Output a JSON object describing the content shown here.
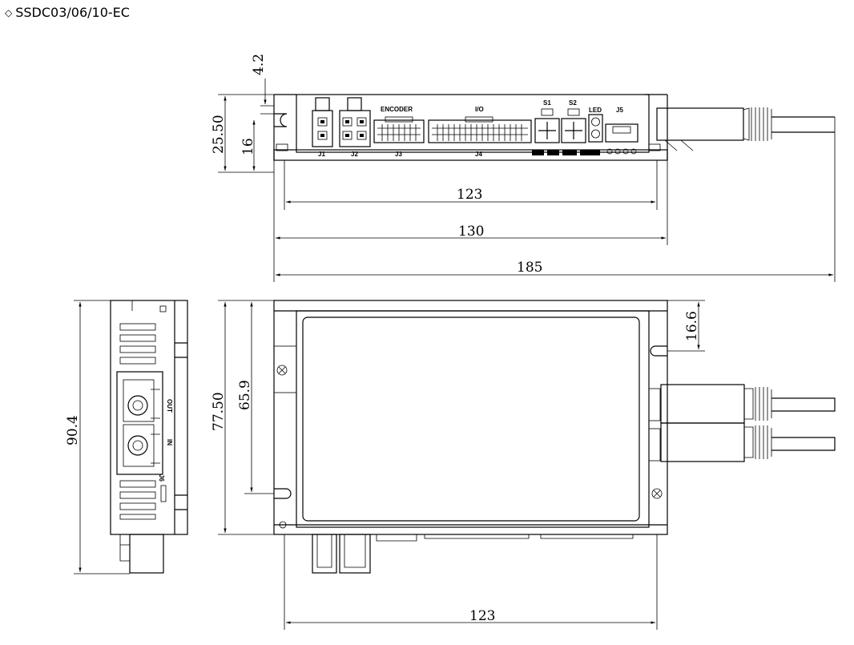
{
  "header": {
    "bullet": "◇",
    "title": "SSDC03/06/10-EC"
  },
  "dimensions": {
    "top_offset": "4.2",
    "top_height": "25.50",
    "top_inner": "16",
    "top_width": "123",
    "top_width_mounting": "130",
    "top_width_overall": "185",
    "side_height": "90.4",
    "front_height": "77.50",
    "front_hole_spacing": "65.9",
    "front_hole_offset": "16.6",
    "front_width": "123"
  },
  "connector_labels": {
    "encoder": "ENCODER",
    "io": "I/O",
    "s1": "S1",
    "s2": "S2",
    "led": "LED",
    "j5": "J5",
    "j1": "J1",
    "j2": "J2",
    "j3": "J3",
    "j4": "J4",
    "out": "OUT",
    "in": "IN",
    "j6": "J6"
  }
}
